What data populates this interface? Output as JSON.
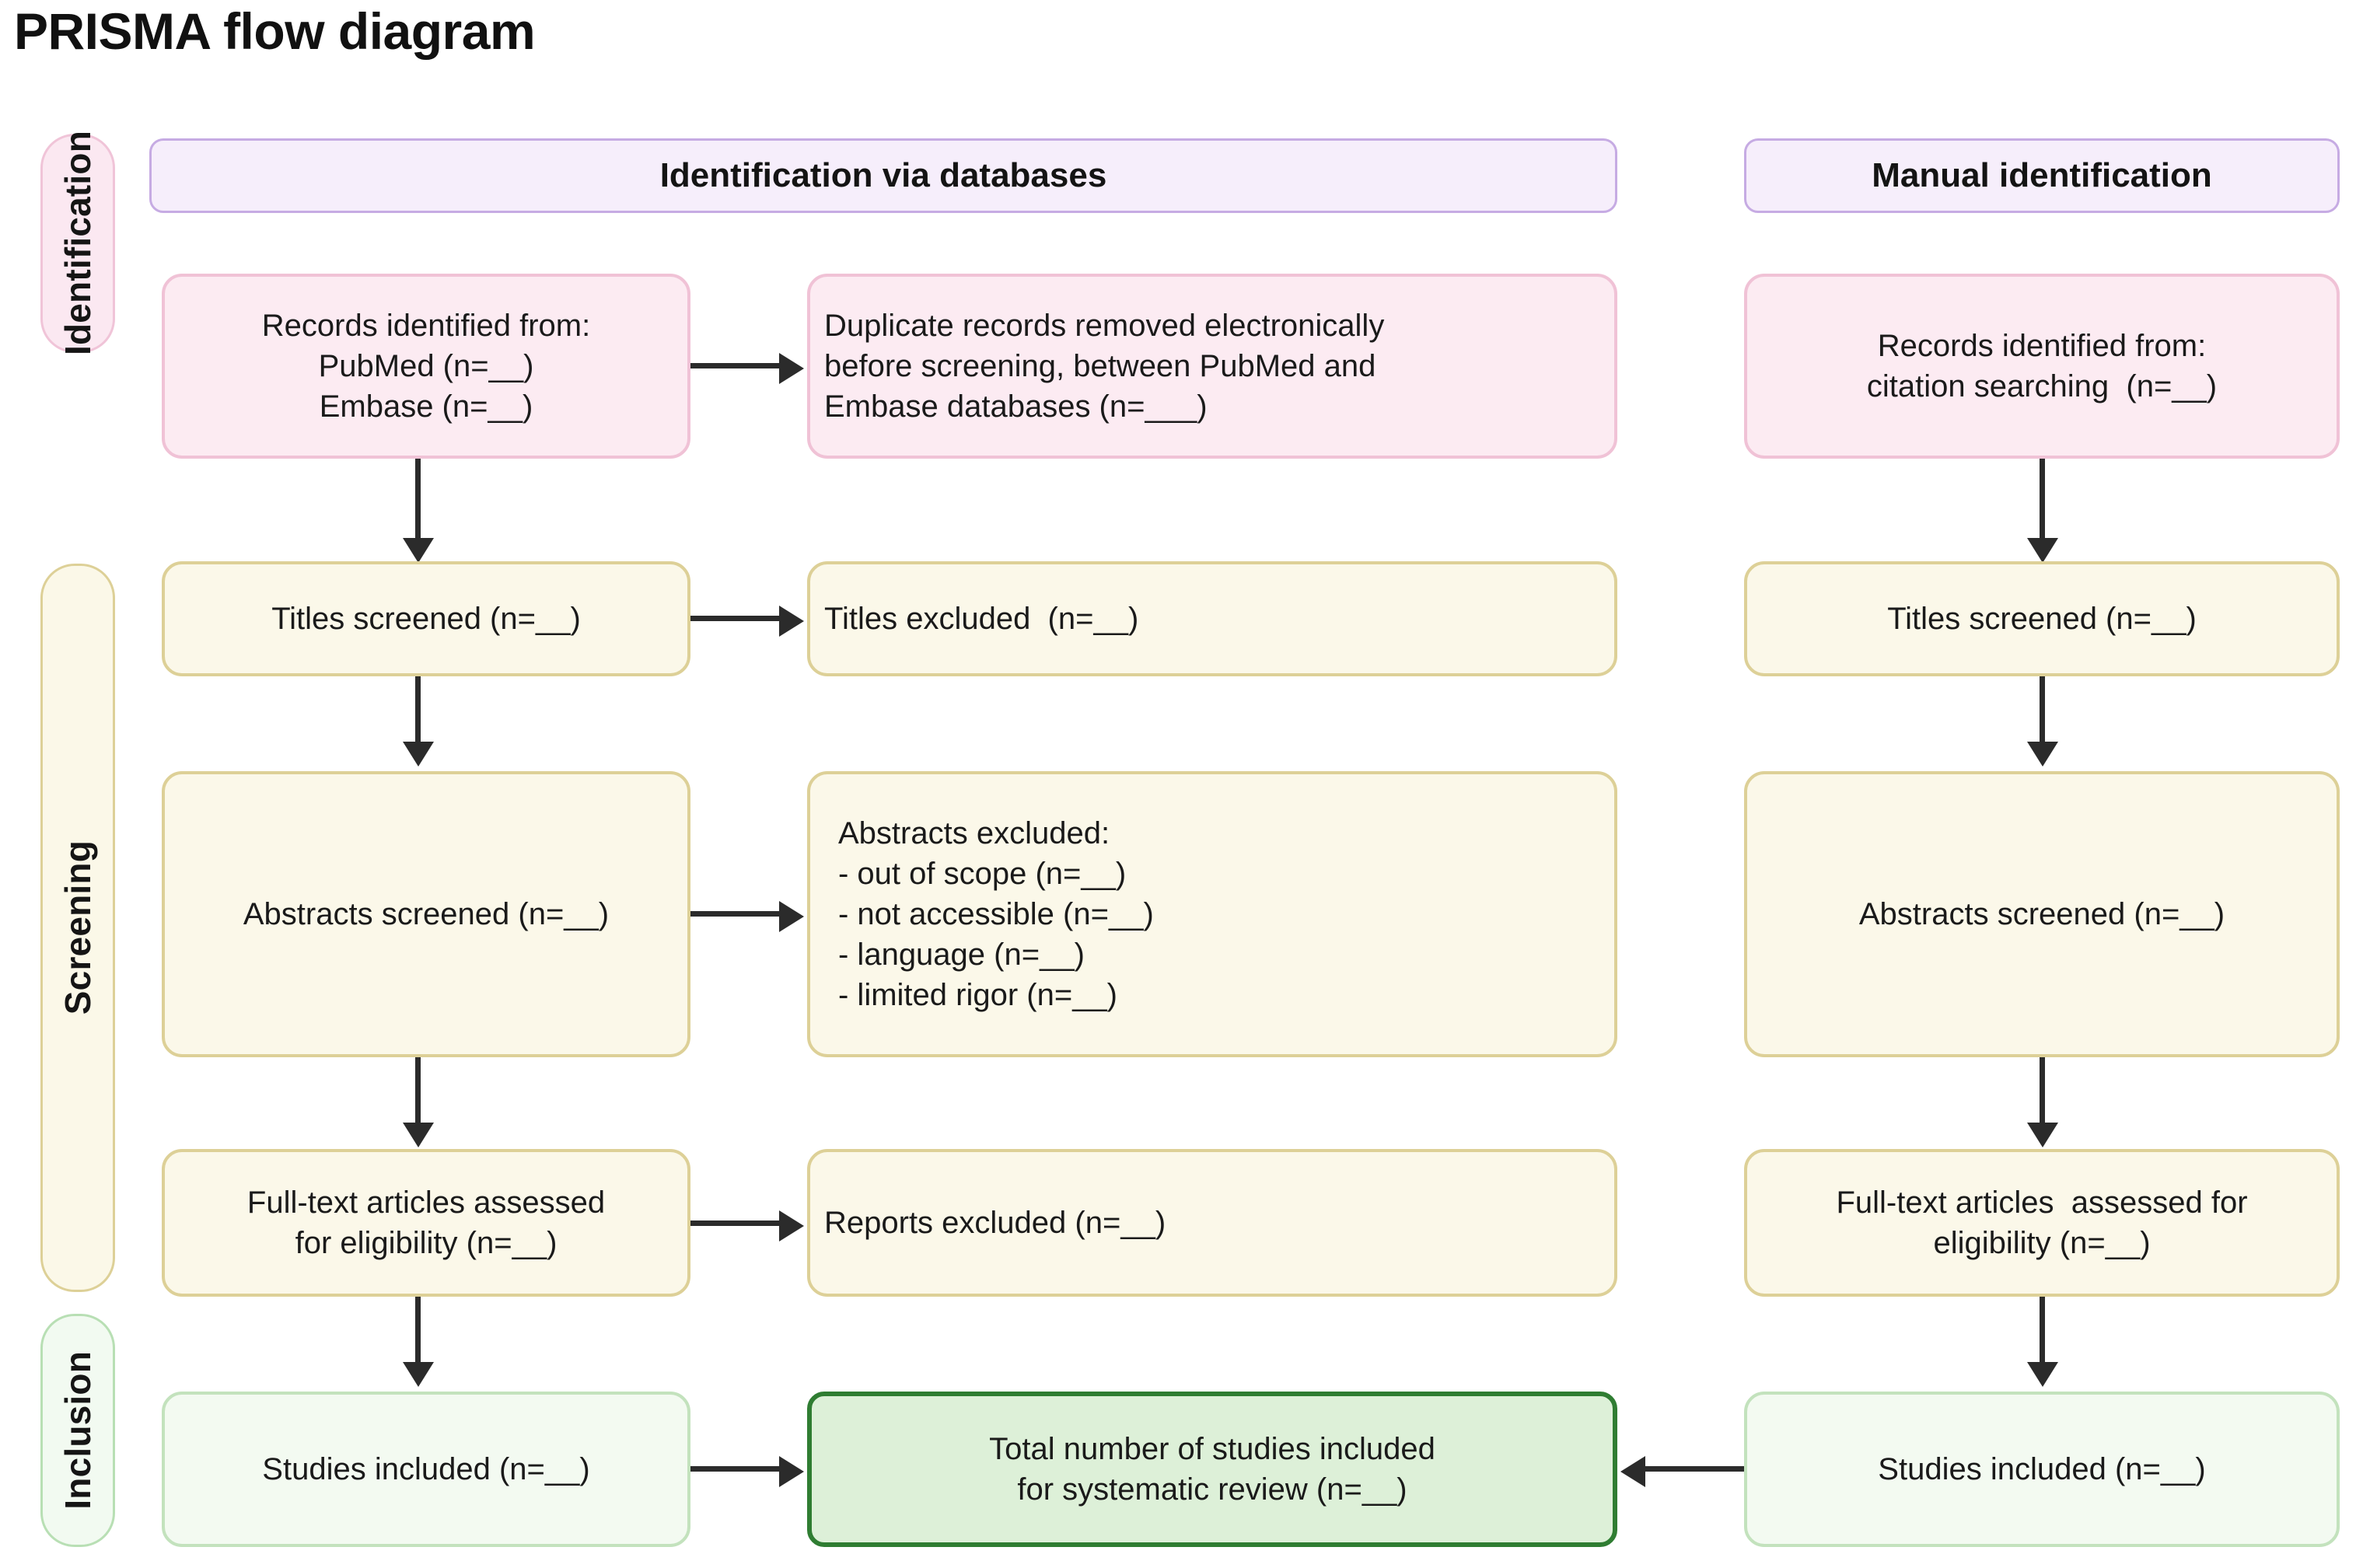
{
  "page": {
    "title": "PRISMA flow diagram"
  },
  "stages": [
    {
      "label": "Identification",
      "color": "#fbe8f1"
    },
    {
      "label": "Screening",
      "color": "#fbf8e8"
    },
    {
      "label": "Inclusion",
      "color": "#f2faf1"
    }
  ],
  "columns": {
    "databases_header": "Identification via databases",
    "manual_header": "Manual identification"
  },
  "boxes": {
    "db_records": {
      "line1": "Records identified from:",
      "line2": "PubMed (n=__)",
      "line3": "Embase (n=__)"
    },
    "duplicates_removed": {
      "line1": "Duplicate records removed electronically",
      "line2": "before screening, between PubMed and",
      "line3": "Embase databases (n=___)"
    },
    "db_titles_screened": {
      "line1": "Titles screened (n=__)"
    },
    "db_titles_excluded": {
      "line1": "Titles excluded  (n=__)"
    },
    "db_abstracts_screened": {
      "line1": "Abstracts screened (n=__)"
    },
    "abstracts_excluded": {
      "line1": "Abstracts excluded:",
      "line2": "- out of scope (n=__)",
      "line3": "- not accessible (n=__)",
      "line4": "- language (n=__)",
      "line5": "- limited rigor (n=__)"
    },
    "db_fulltext": {
      "line1": "Full-text articles assessed",
      "line2": "for eligibility (n=__)"
    },
    "reports_excluded": {
      "line1": "Reports excluded (n=__)"
    },
    "db_studies_included": {
      "line1": "Studies included (n=__)"
    },
    "total_included": {
      "line1": "Total number of studies included",
      "line2": "for systematic review (n=__)"
    },
    "manual_records": {
      "line1": "Records identified from:",
      "line2": "citation searching  (n=__)"
    },
    "manual_titles_screened": {
      "line1": "Titles screened (n=__)"
    },
    "manual_abstracts_screened": {
      "line1": "Abstracts screened (n=__)"
    },
    "manual_fulltext": {
      "line1": "Full-text articles  assessed for",
      "line2": "eligibility (n=__)"
    },
    "manual_studies_included": {
      "line1": "Studies included (n=__)"
    }
  },
  "colors": {
    "identification_fill": "#fcebf2",
    "identification_stroke": "#f0c2d6",
    "screening_fill": "#fbf8e9",
    "screening_stroke": "#ddd097",
    "inclusion_fill": "#f3faf1",
    "inclusion_stroke": "#c3e2bd",
    "total_fill": "#ddf0d8",
    "total_stroke": "#2f7d32",
    "header_fill": "#f6eefb",
    "header_stroke": "#c6abe3",
    "connector": "#2b2b2b"
  }
}
